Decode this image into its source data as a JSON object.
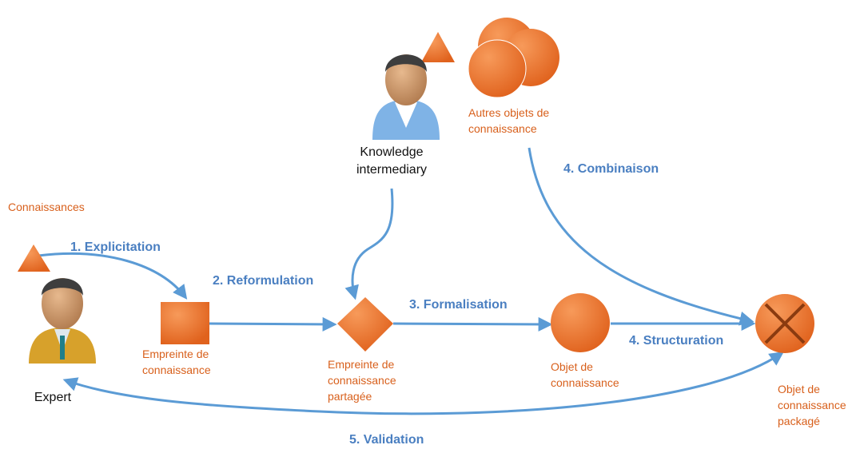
{
  "colors": {
    "orange": "#f07b32",
    "orange_text": "#d8601c",
    "arrow": "#5b9bd5",
    "step_text": "#4a7fc1",
    "cross": "#8a3b10"
  },
  "labels": {
    "connaissances": "Connaissances",
    "expert": "Expert",
    "knowledge_intermediary": "Knowledge\nintermediary",
    "empreinte": "Empreinte de\nconnaissance",
    "empreinte_partagee": "Empreinte de\nconnaissance\npartagée",
    "objet": "Objet de\nconnaissance",
    "objet_package": "Objet de\nconnaissance\npackagé",
    "autres_objets": "Autres objets de\nconnaissance"
  },
  "steps": {
    "explicitation": "1. Explicitation",
    "reformulation": "2. Reformulation",
    "formalisation": "3. Formalisation",
    "combinaison": "4. Combinaison",
    "structuration": "4. Structuration",
    "validation": "5. Validation"
  }
}
